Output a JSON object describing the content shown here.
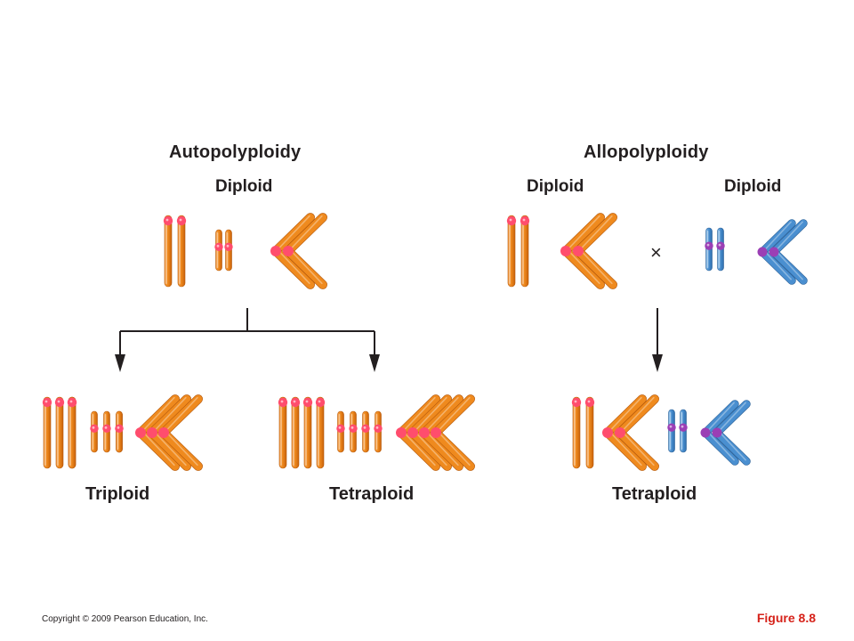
{
  "autopolyploidy": {
    "title": "Autopolyploidy",
    "parent_label": "Diploid",
    "offspring": [
      {
        "label": "Triploid"
      },
      {
        "label": "Tetraploid"
      }
    ]
  },
  "allopolyploidy": {
    "title": "Allopolyploidy",
    "parent1_label": "Diploid",
    "parent2_label": "Diploid",
    "cross_symbol": "×",
    "offspring_label": "Tetraploid"
  },
  "colors": {
    "species_a": "#ef8a1e",
    "species_b": "#4a8fd0",
    "centromere_a": "#ff4d6d",
    "centromere_b": "#9b3fb5"
  },
  "footer": {
    "copyright": "Copyright © 2009 Pearson Education, Inc.",
    "figure_label": "Figure 8.8"
  }
}
